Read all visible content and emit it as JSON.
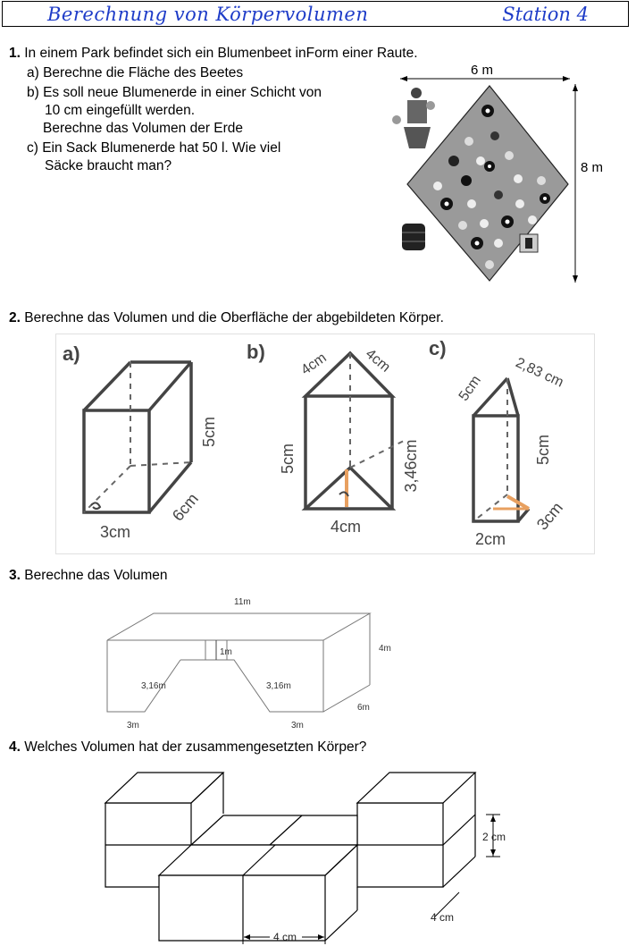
{
  "header": {
    "title": "Berechnung von Körpervolumen",
    "station": "Station 4"
  },
  "task1": {
    "number": "1.",
    "text": "In einem Park befindet sich ein Blumenbeet inForm einer Raute.",
    "a": "a) Berechne die Fläche des Beetes",
    "b1": "b) Es soll neue Blumenerde in einer Schicht von",
    "b2": "10 cm eingefüllt werden.",
    "b3": "Berechne das Volumen der Erde",
    "c1": "c) Ein Sack Blumenerde hat 50 l. Wie viel",
    "c2": "Säcke braucht man?",
    "fig": {
      "width_label": "6 m",
      "height_label": "8 m"
    }
  },
  "task2": {
    "number": "2.",
    "text": "Berechne das Volumen und die Oberfläche der abgebildeten Körper.",
    "a": {
      "label": "a)",
      "h": "5cm",
      "d": "6cm",
      "w": "3cm"
    },
    "b": {
      "label": "b)",
      "s1": "4cm",
      "s2": "4cm",
      "h": "5cm",
      "th": "3,46cm",
      "base": "4cm"
    },
    "c": {
      "label": "c)",
      "s1": "5cm",
      "s2": "2,83 cm",
      "h": "5cm",
      "d": "3cm",
      "w": "2cm"
    }
  },
  "task3": {
    "number": "3.",
    "text": "Berechne das Volumen",
    "fig": {
      "top": "11m",
      "h": "4m",
      "notch": "1m",
      "l1": "3,16m",
      "l2": "3,16m",
      "d": "6m",
      "b1": "3m",
      "b2": "3m"
    }
  },
  "task4": {
    "number": "4.",
    "text": "Welches Volumen hat der zusammengesetzten Körper?",
    "fig": {
      "h": "2 cm",
      "d": "4 cm",
      "w": "4 cm"
    }
  }
}
